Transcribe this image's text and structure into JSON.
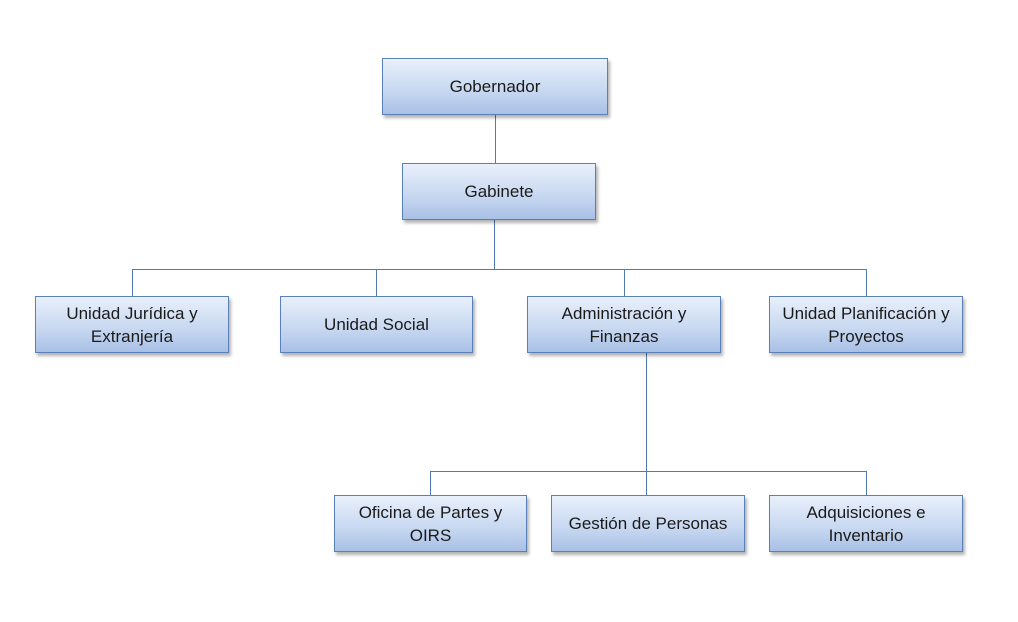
{
  "org_chart": {
    "root": {
      "label": "Gobernador"
    },
    "level1": {
      "label": "Gabinete"
    },
    "units": [
      {
        "label": "Unidad Jurídica y Extranjería"
      },
      {
        "label": "Unidad Social"
      },
      {
        "label": "Administración y Finanzas"
      },
      {
        "label": "Unidad Planificación y Proyectos"
      }
    ],
    "admin_children": [
      {
        "label": "Oficina de Partes y OIRS"
      },
      {
        "label": "Gestión de Personas"
      },
      {
        "label": "Adquisiciones e Inventario"
      }
    ],
    "colors": {
      "box_border": "#5b80b8",
      "box_fill_top": "#e9f0fb",
      "box_fill_bottom": "#a9c1e6",
      "connector": "#4f7bb0"
    }
  }
}
